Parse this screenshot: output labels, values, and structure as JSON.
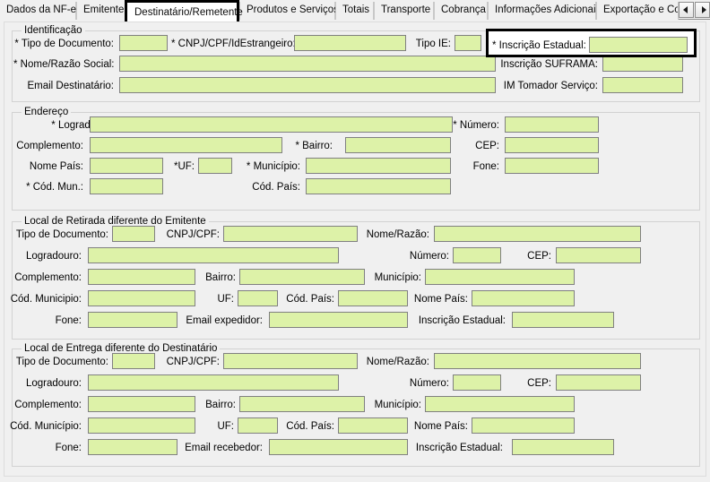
{
  "window": {
    "accent_field_fill": "#ddf2a8",
    "highlight_border": "#000000"
  },
  "tabs": {
    "items": [
      {
        "label": "Dados da NF-e",
        "active": false
      },
      {
        "label": "Emitente",
        "active": false
      },
      {
        "label": "Destinatário/Remetente",
        "active": true
      },
      {
        "label": "Produtos e Serviços",
        "active": false
      },
      {
        "label": "Totais",
        "active": false
      },
      {
        "label": "Transporte",
        "active": false
      },
      {
        "label": "Cobrança",
        "active": false
      },
      {
        "label": "Informações Adicionais",
        "active": false
      },
      {
        "label": "Exportação e Compr",
        "active": false
      }
    ],
    "scroll_left": "◄",
    "scroll_right": "►"
  },
  "identificacao": {
    "caption": "Identificação",
    "fields": {
      "tipo_documento": {
        "label": "* Tipo de Documento:",
        "value": ""
      },
      "cnpj_cpf": {
        "label": "* CNPJ/CPF/IdEstrangeiro:",
        "value": ""
      },
      "tipo_ie": {
        "label": "Tipo IE:",
        "value": ""
      },
      "inscricao_estadual": {
        "label": "* Inscrição Estadual:",
        "value": ""
      },
      "nome_razao": {
        "label": "* Nome/Razão Social:",
        "value": ""
      },
      "inscricao_suframa": {
        "label": "Inscrição SUFRAMA:",
        "value": ""
      },
      "email_destinatario": {
        "label": "Email Destinatário:",
        "value": ""
      },
      "im_tomador": {
        "label": "IM Tomador Serviço:",
        "value": ""
      }
    }
  },
  "endereco": {
    "caption": "Endereço",
    "fields": {
      "logradouro": {
        "label": "* Logradouro:",
        "value": ""
      },
      "numero": {
        "label": "* Número:",
        "value": ""
      },
      "complemento": {
        "label": "Complemento:",
        "value": ""
      },
      "bairro": {
        "label": "* Bairro:",
        "value": ""
      },
      "cep": {
        "label": "CEP:",
        "value": ""
      },
      "nome_pais": {
        "label": "Nome País:",
        "value": ""
      },
      "uf": {
        "label": "*UF:",
        "value": ""
      },
      "municipio": {
        "label": "* Município:",
        "value": ""
      },
      "fone": {
        "label": "Fone:",
        "value": ""
      },
      "cod_mun": {
        "label": "* Cód. Mun.:",
        "value": ""
      },
      "cod_pais": {
        "label": "Cód. País:",
        "value": ""
      }
    }
  },
  "retirada": {
    "caption": "Local de Retirada diferente do Emitente",
    "fields": {
      "tipo_documento": {
        "label": "Tipo de Documento:",
        "value": ""
      },
      "cnpj_cpf": {
        "label": "CNPJ/CPF:",
        "value": ""
      },
      "nome_razao": {
        "label": "Nome/Razão:",
        "value": ""
      },
      "logradouro": {
        "label": "Logradouro:",
        "value": ""
      },
      "numero": {
        "label": "Número:",
        "value": ""
      },
      "cep": {
        "label": "CEP:",
        "value": ""
      },
      "complemento": {
        "label": "Complemento:",
        "value": ""
      },
      "bairro": {
        "label": "Bairro:",
        "value": ""
      },
      "municipio": {
        "label": "Município:",
        "value": ""
      },
      "cod_municipio": {
        "label": "Cód. Municipio:",
        "value": ""
      },
      "uf": {
        "label": "UF:",
        "value": ""
      },
      "cod_pais": {
        "label": "Cód. País:",
        "value": ""
      },
      "nome_pais": {
        "label": "Nome País:",
        "value": ""
      },
      "fone": {
        "label": "Fone:",
        "value": ""
      },
      "email_expedidor": {
        "label": "Email expedidor:",
        "value": ""
      },
      "inscricao_estadual": {
        "label": "Inscrição Estadual:",
        "value": ""
      }
    }
  },
  "entrega": {
    "caption": "Local de Entrega diferente do Destinatário",
    "fields": {
      "tipo_documento": {
        "label": "Tipo de Documento:",
        "value": ""
      },
      "cnpj_cpf": {
        "label": "CNPJ/CPF:",
        "value": ""
      },
      "nome_razao": {
        "label": "Nome/Razão:",
        "value": ""
      },
      "logradouro": {
        "label": "Logradouro:",
        "value": ""
      },
      "numero": {
        "label": "Número:",
        "value": ""
      },
      "cep": {
        "label": "CEP:",
        "value": ""
      },
      "complemento": {
        "label": "Complemento:",
        "value": ""
      },
      "bairro": {
        "label": "Bairro:",
        "value": ""
      },
      "municipio": {
        "label": "Município:",
        "value": ""
      },
      "cod_municipio": {
        "label": "Cód. Município:",
        "value": ""
      },
      "uf": {
        "label": "UF:",
        "value": ""
      },
      "cod_pais": {
        "label": "Cód. País:",
        "value": ""
      },
      "nome_pais": {
        "label": "Nome País:",
        "value": ""
      },
      "fone": {
        "label": "Fone:",
        "value": ""
      },
      "email_recebedor": {
        "label": "Email recebedor:",
        "value": ""
      },
      "inscricao_estadual": {
        "label": "Inscrição Estadual:",
        "value": ""
      }
    }
  }
}
